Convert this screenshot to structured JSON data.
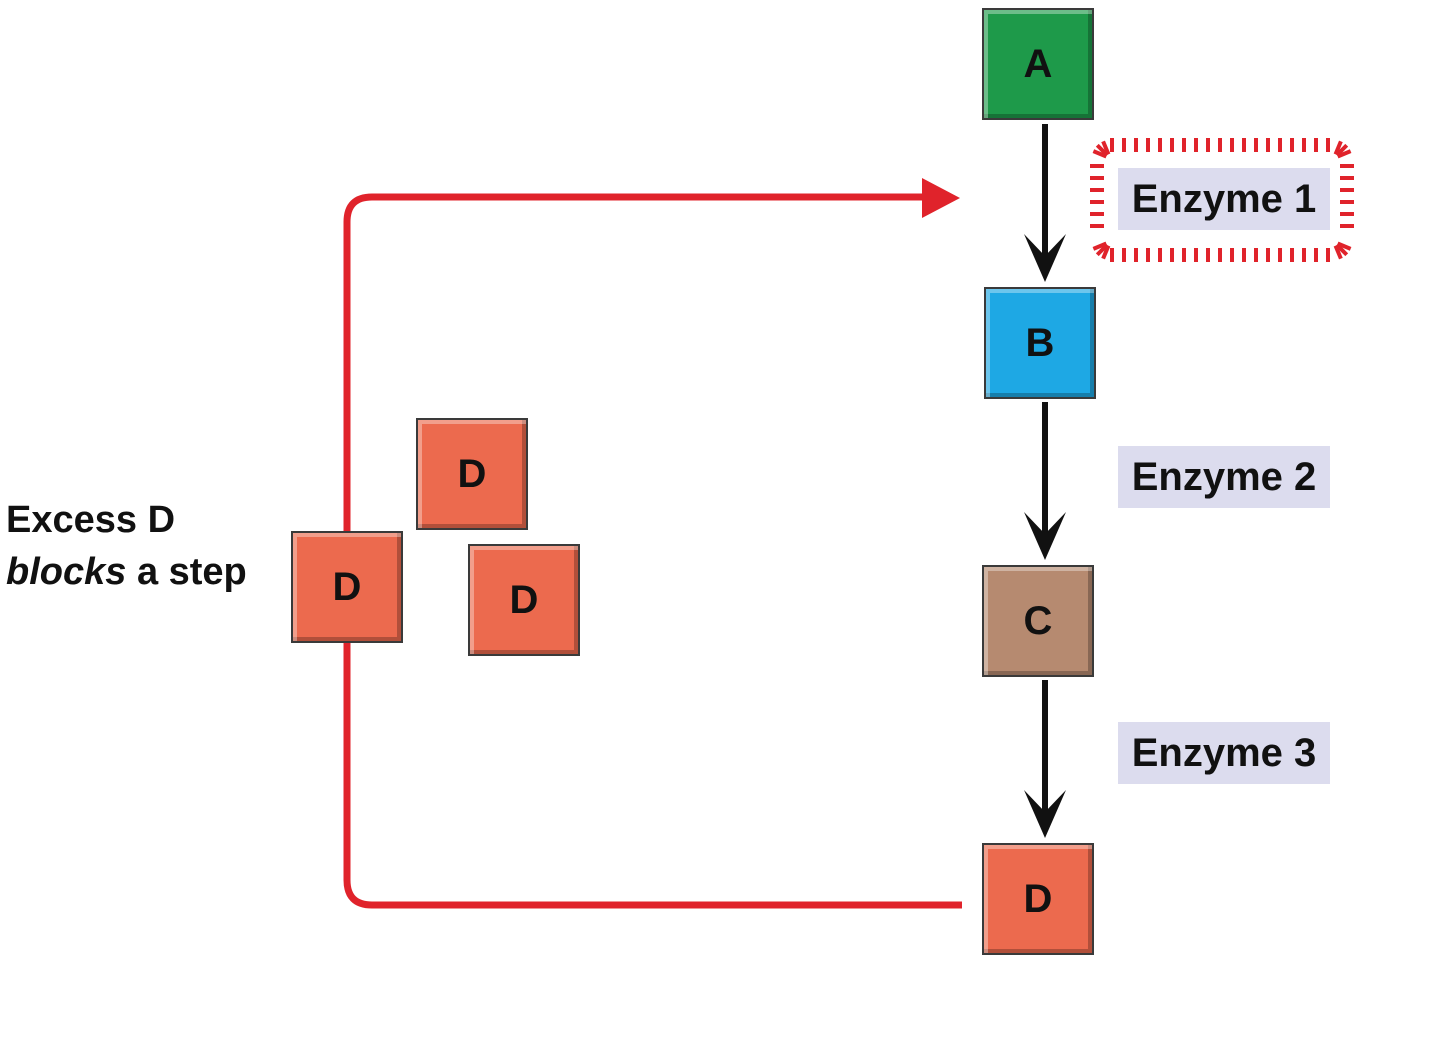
{
  "pathway": {
    "molecules": {
      "a": {
        "label": "A",
        "color": "#1e9a4a"
      },
      "b": {
        "label": "B",
        "color": "#1ea8e4"
      },
      "c": {
        "label": "C",
        "color": "#b68a70"
      },
      "d": {
        "label": "D",
        "color": "#ec6a4e"
      }
    },
    "enzymes": [
      {
        "label": "Enzyme 1",
        "inhibited": true
      },
      {
        "label": "Enzyme 2",
        "inhibited": false
      },
      {
        "label": "Enzyme 3",
        "inhibited": false
      }
    ]
  },
  "feedback": {
    "caption_line1": "Excess D",
    "caption_line2_emphasis": "blocks",
    "caption_line2_rest": " a step",
    "excess_molecule_label": "D",
    "arrow_color": "#e0232b"
  }
}
